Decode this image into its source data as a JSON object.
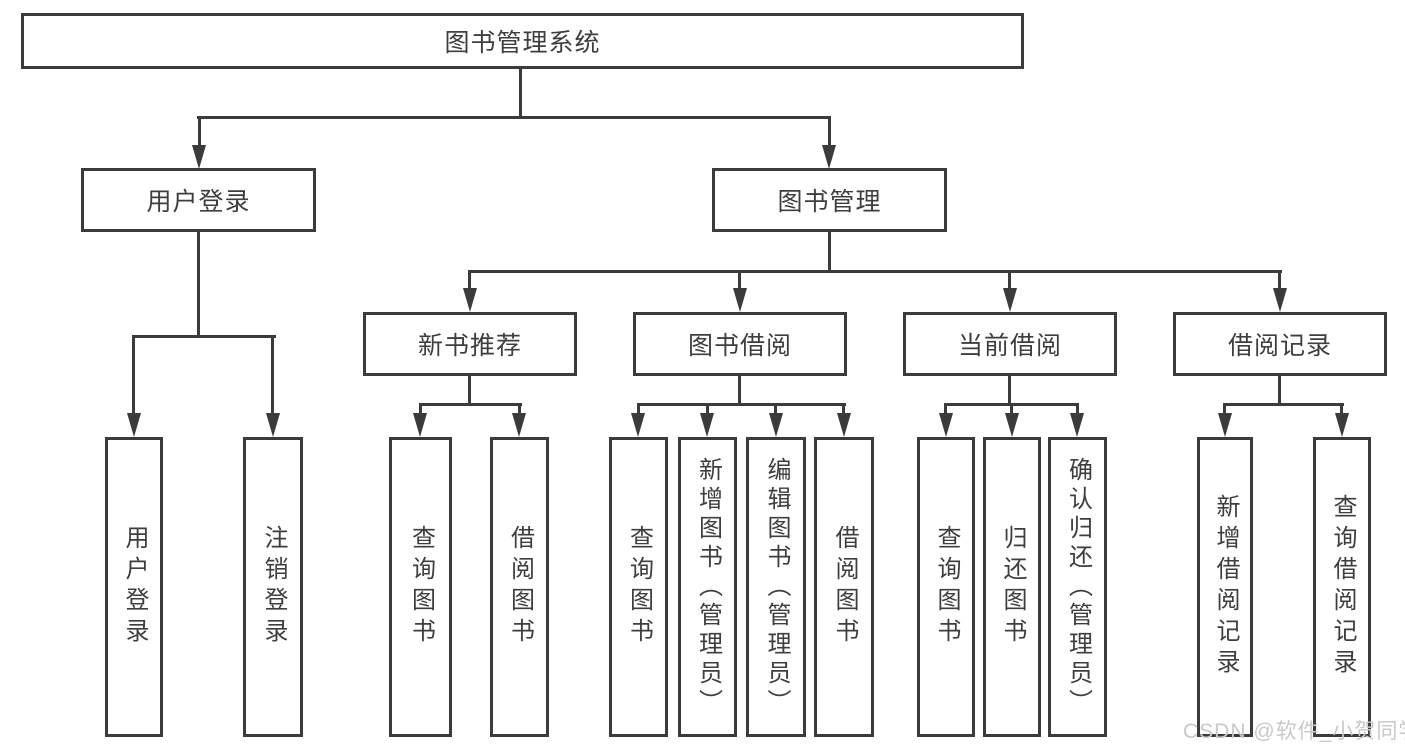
{
  "tree": {
    "root": "图书管理系统",
    "branches": [
      {
        "label": "用户登录",
        "children": [
          "用户登录",
          "注销登录"
        ]
      },
      {
        "label": "图书管理",
        "groups": [
          {
            "label": "新书推荐",
            "children": [
              "查询图书",
              "借阅图书"
            ]
          },
          {
            "label": "图书借阅",
            "children": [
              "查询图书",
              "新增图书（管理员）",
              "编辑图书（管理员）",
              "借阅图书"
            ]
          },
          {
            "label": "当前借阅",
            "children": [
              "查询图书",
              "归还图书",
              "确认归还（管理员）"
            ]
          },
          {
            "label": "借阅记录",
            "children": [
              "新增借阅记录",
              "查询借阅记录"
            ]
          }
        ]
      }
    ]
  },
  "watermark": "CSDN @软件_小贺同学",
  "colors": {
    "line": "#3b3b3b",
    "text": "#3e3e3e",
    "watermark": "#c9c9c9",
    "background": "#ffffff"
  }
}
